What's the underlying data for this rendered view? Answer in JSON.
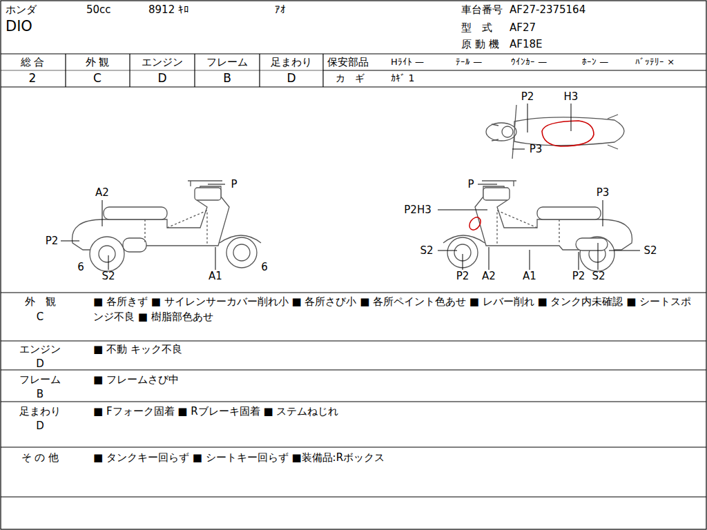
{
  "diagram": {
    "labels": [
      "ホンダ",
      "50cc",
      "8912 ｷﾛ",
      "ｱｵ",
      "DIO",
      "車台番号",
      "AF27-2375164",
      "型　式",
      "AF27",
      "原 動 機",
      "AF18E",
      "総 合",
      "2",
      "外 観",
      "C",
      "エンジン",
      "D",
      "フレーム",
      "B",
      "足まわり",
      "D",
      "保安部品",
      "Hﾗｲﾄ —",
      "ﾃｰﾙ —",
      "ｳｲﾝｶｰ —",
      "ﾎｰﾝ —",
      "ﾊﾞｯﾃﾘｰ ×",
      "カ　ギ",
      "ｶｷﾞ 1",
      "P2",
      "H3",
      "P3",
      "P",
      "A2",
      "P2",
      "6",
      "S2",
      "A1",
      "6",
      "P",
      "P3",
      "P2H3",
      "S2",
      "S2",
      "P2",
      "A2",
      "A1",
      "P2",
      "S2",
      "外　観",
      "C",
      "■ 各所きず ■ サイレンサーカバー削れ小 ■ 各所さび小 ■ 各所ペイント色あせ ■ レバー削れ ■ タンク内未確認 ■ シートスポンジ不良 ■ 樹脂部色あせ",
      "エンジン",
      "D",
      "■ 不動 キック不良",
      "フレーム",
      "B",
      "■ フレームさび中",
      "足まわり",
      "D",
      "■ Fフォーク固着 ■ Rブレーキ固着 ■ ステムねじれ",
      "そ の 他",
      "■ タンクキー回らず ■ シートキー回らず ■装備品:Rボックス"
    ]
  }
}
